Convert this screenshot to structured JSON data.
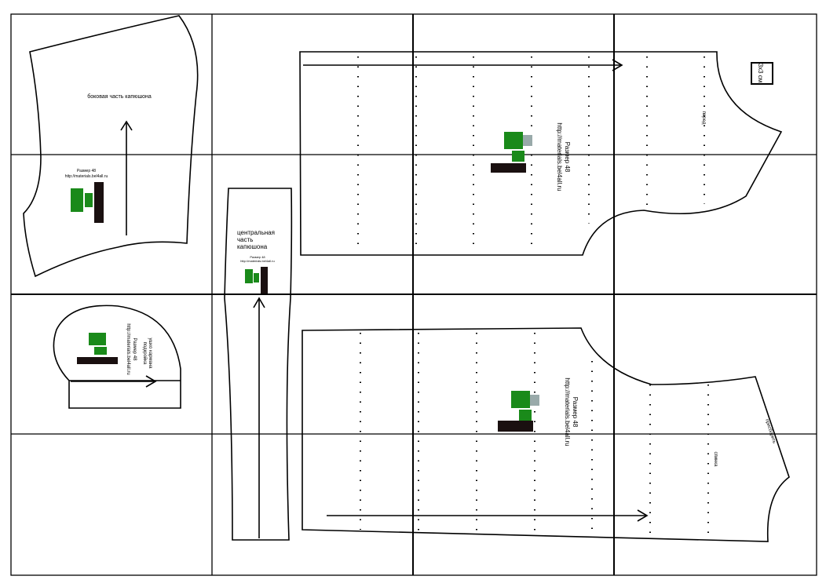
{
  "pieces": {
    "hood_side": {
      "title": "боковая часть капюшона",
      "size": "Размер 48",
      "url": "http://materials.bel4all.ru"
    },
    "hood_center": {
      "title_lines": [
        "центральная",
        "часть",
        "капюшона"
      ],
      "size": "Размер 48",
      "url": "http://materials.bel4all.ru"
    },
    "pocket": {
      "title_lines": [
        "ушко кармана",
        "подкройка"
      ],
      "size": "Размер 48",
      "url": "http://materials.bel4all.ru"
    },
    "front": {
      "title": "перед",
      "size": "Размер 48",
      "url": "http://materials.bel4all.ru"
    },
    "back": {
      "title": "спинка",
      "note": "присборить",
      "size": "Размер 48",
      "url": "http://materials.bel4all.ru"
    }
  },
  "scale_box": "3x3 см",
  "colors": {
    "figure_green": "#1a8a1a",
    "figure_dark": "#1a1010"
  }
}
